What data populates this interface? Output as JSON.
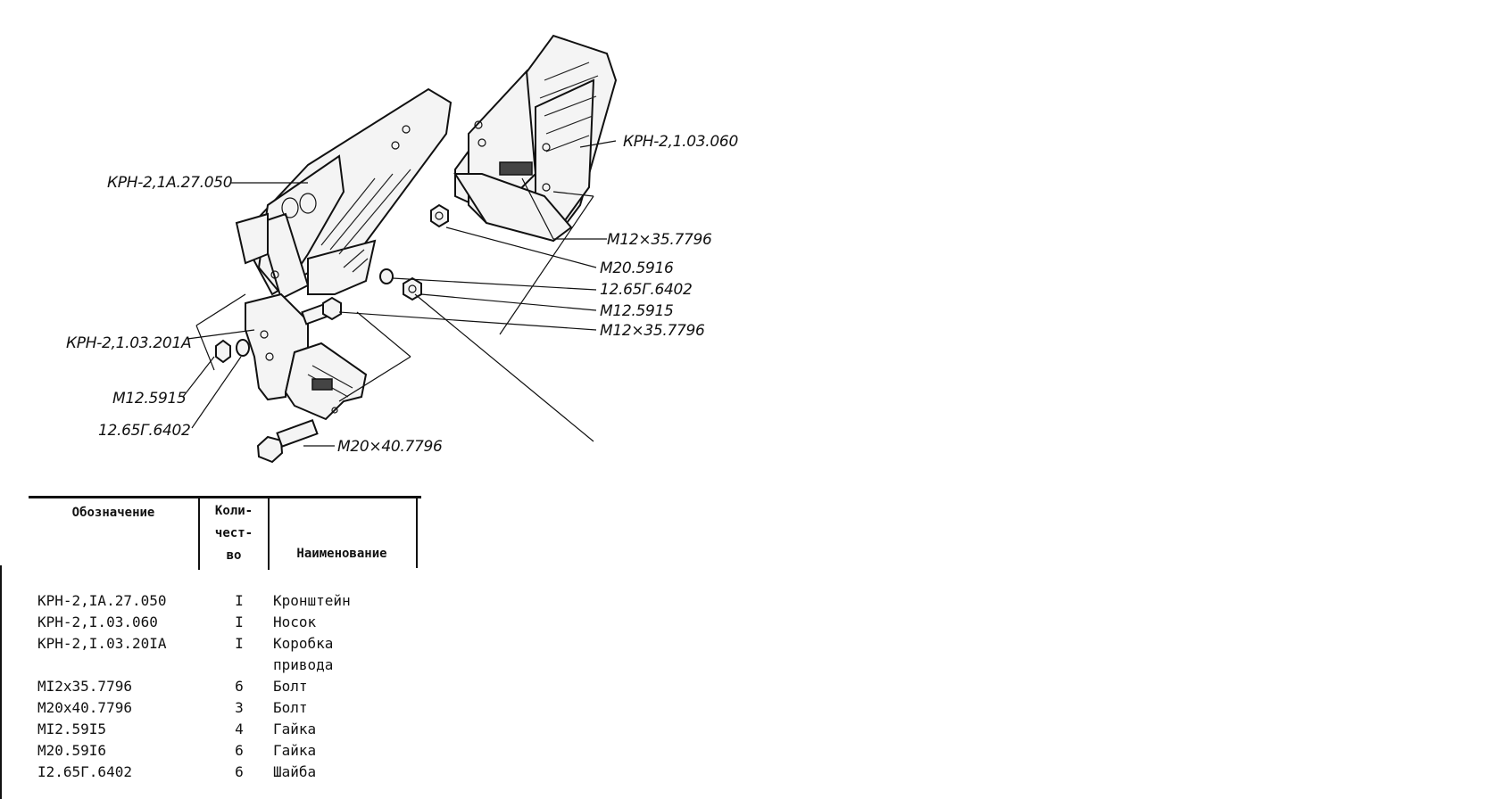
{
  "drawing": {
    "labels": {
      "bracket": "КРН-2,1А.27.050",
      "nose": "КРН-2,1.03.060",
      "drive_box": "КРН-2,1.03.201А",
      "bolt_m12_top": "М12×35.7796",
      "nut_m20": "М20.5916",
      "washer_right": "12.65Г.6402",
      "nut_m12_right": "М12.5915",
      "bolt_m12_right": "М12×35.7796",
      "nut_m12_left": "М12.5915",
      "washer_left": "12.65Г.6402",
      "bolt_m20": "М20×40.7796"
    }
  },
  "spec": {
    "headers": {
      "designation": "Обозначение",
      "qty_1": "Коли-",
      "qty_2": "чест-",
      "qty_3": "во",
      "name": "Наименование"
    },
    "rows": [
      {
        "designation": "КРН-2,IА.27.050",
        "qty": "I",
        "name": "Кронштейн"
      },
      {
        "designation": "КРН-2,I.03.060",
        "qty": "I",
        "name": "Носок"
      },
      {
        "designation": "КРН-2,I.03.20IА",
        "qty": "I",
        "name": "Коробка",
        "name_2": "привода"
      },
      {
        "designation": "МI2х35.7796",
        "qty": "6",
        "name": "Болт"
      },
      {
        "designation": "М20х40.7796",
        "qty": "3",
        "name": "Болт"
      },
      {
        "designation": "МI2.59I5",
        "qty": "4",
        "name": "Гайка"
      },
      {
        "designation": "М20.59I6",
        "qty": "6",
        "name": "Гайка"
      },
      {
        "designation": "I2.65Г.6402",
        "qty": "6",
        "name": "Шайба"
      }
    ]
  }
}
